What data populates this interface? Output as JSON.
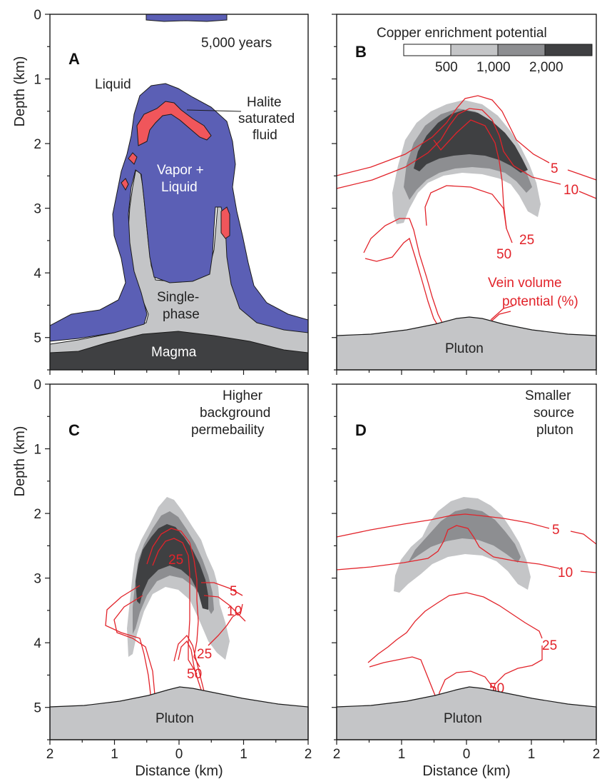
{
  "figure": {
    "axes": {
      "y_title": "Depth (km)",
      "x_title": "Distance (km)",
      "y_ticks": [
        "0",
        "1",
        "2",
        "3",
        "4",
        "5"
      ],
      "x_ticks": [
        "2",
        "1",
        "0",
        "1",
        "2"
      ]
    },
    "legend": {
      "title": "Copper enrichment potential",
      "labels": [
        "500",
        "1,000",
        "2,000"
      ],
      "colors": [
        "#ffffff",
        "#c4c5c7",
        "#8d8e91",
        "#3f4042"
      ]
    },
    "colors": {
      "vapor_liquid": "#5b5fb5",
      "halite": "#f0565b",
      "single_phase": "#c4c5c7",
      "magma": "#3f4042",
      "vein_contour": "#e2232a"
    },
    "panels": {
      "a": {
        "letter": "A",
        "time": "5,000 years",
        "liquid": "Liquid",
        "halite_1": "Halite",
        "halite_2": "saturated",
        "halite_3": "fluid",
        "vapor_1": "Vapor +",
        "vapor_2": "Liquid",
        "single_1": "Single-",
        "single_2": "phase",
        "magma": "Magma"
      },
      "b": {
        "letter": "B",
        "contours": [
          "5",
          "10",
          "25",
          "50"
        ],
        "vein_1": "Vein volume",
        "vein_2": "potential (%)",
        "pluton": "Pluton"
      },
      "c": {
        "letter": "C",
        "note_1": "Higher",
        "note_2": "background",
        "note_3": "permebaility",
        "contours": [
          "25",
          "5",
          "10",
          "25",
          "50"
        ],
        "pluton": "Pluton"
      },
      "d": {
        "letter": "D",
        "note_1": "Smaller",
        "note_2": "source",
        "note_3": "pluton",
        "contours": [
          "5",
          "10",
          "25",
          "50"
        ],
        "pluton": "Pluton"
      }
    }
  }
}
